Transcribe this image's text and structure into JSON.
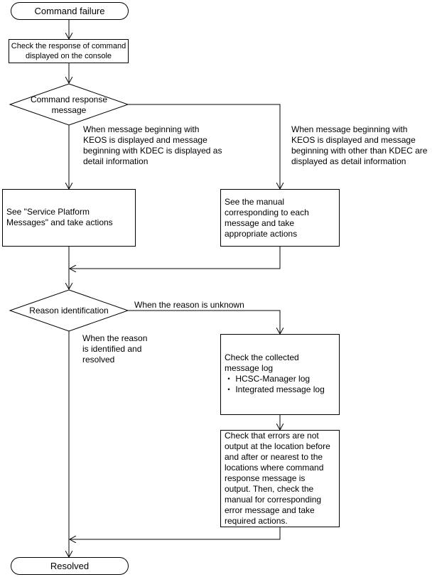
{
  "start": {
    "label": "Command failure"
  },
  "end": {
    "label": "Resolved"
  },
  "check_response": {
    "lines": [
      "Check the response of command",
      "displayed on the console"
    ]
  },
  "decision_response": {
    "lines": [
      "Command response",
      "message"
    ]
  },
  "branch_kdec": {
    "lines": [
      "When message beginning with",
      "KEOS is displayed and message",
      "beginning with KDEC is displayed as",
      "detail information"
    ]
  },
  "branch_other": {
    "lines": [
      "When message beginning with",
      "KEOS is displayed and message",
      "beginning with other than KDEC are",
      "displayed as detail information"
    ]
  },
  "box_service_platform": {
    "lines": [
      "See \"Service Platform",
      "Messages\" and take actions"
    ]
  },
  "box_manual": {
    "lines": [
      "See the manual",
      "corresponding to each",
      "message and take",
      "appropriate actions"
    ]
  },
  "decision_reason": {
    "label": "Reason identification"
  },
  "branch_unknown": {
    "label": "When the reason is unknown"
  },
  "branch_resolved": {
    "lines": [
      "When the reason",
      "is identified and",
      "resolved"
    ]
  },
  "box_collected_log": {
    "lines": [
      "Check the collected",
      "message log",
      "・ HCSC-Manager log",
      "・ Integrated message log"
    ]
  },
  "box_check_errors": {
    "lines": [
      "Check that errors are not",
      "output at the location before",
      "and after or nearest to the",
      "locations where command",
      "response message is",
      "output. Then, check the",
      "manual for corresponding",
      "error message and take",
      "required actions."
    ]
  }
}
